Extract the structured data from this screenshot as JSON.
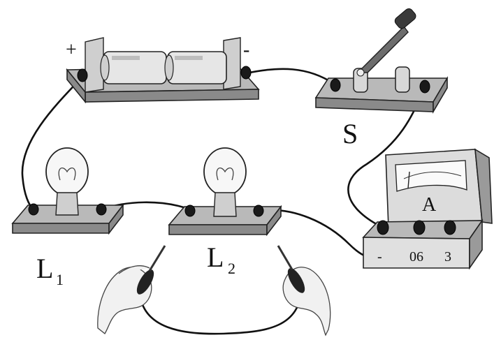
{
  "labels": {
    "battery_plus": "+",
    "battery_minus": "-",
    "switch": "S",
    "ammeter": "A",
    "lamp1_letter": "L",
    "lamp1_sub": "1",
    "lamp2_letter": "L",
    "lamp2_sub": "2",
    "ammeter_terminal_neg": "-",
    "ammeter_terminal_06": "06",
    "ammeter_terminal_3": "3"
  }
}
